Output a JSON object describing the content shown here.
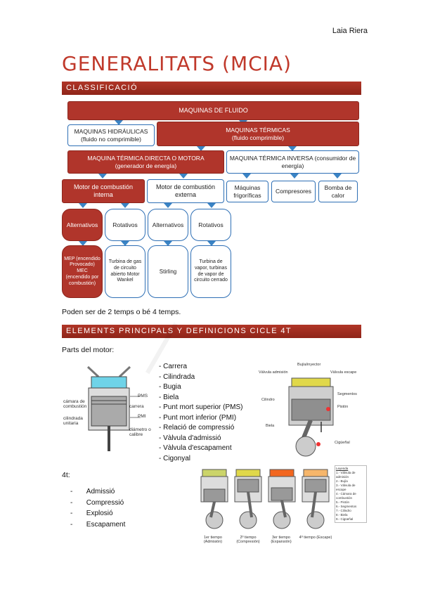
{
  "author": "Laia Riera",
  "title": "GENERALITATS (MCIA)",
  "section1": "CLASSIFICACIÓ",
  "section2": "ELEMENTS PRINCIPALS Y DEFINICIONS CICLE 4T",
  "diagram": {
    "root": "MAQUINAS DE FLUIDO",
    "hidraulicas": "MAQUINAS HIDRÁULICAS\n(fluido no comprimible)",
    "termicas": "MAQUINAS TÉRMICAS\n(fluido comprimible)",
    "directa": "MAQUINA TÉRMICA DIRECTA O MOTORA\n(generador de energía)",
    "inversa": "MAQUINA TÉRMICA INVERSA (consumidor de energía)",
    "mci": "Motor de combustión interna",
    "mce": "Motor de combustión externa",
    "frigorificas": "Máquinas frigoríficas",
    "compresores": "Compresores",
    "bomba": "Bomba de calor",
    "alt1": "Alternativos",
    "rot1": "Rotativos",
    "alt2": "Alternativos",
    "rot2": "Rotativos",
    "mep": "MEP (encendido Provocado) MEC (encendido por combustión)",
    "turbina_gas": "Turbina de gas de circuito abierto Motor Wankel",
    "stirling": "Stirling",
    "turbina_vapor": "Turbina de vapor, turbinas de vapor de circuito cerrado"
  },
  "tempos_note": "Poden ser de 2 temps o bé 4 temps.",
  "parts_title": "Parts del motor:",
  "parts": [
    "- Carrera",
    "- Cilindrada",
    "- Bugia",
    "- Biela",
    "- Punt mort superior (PMS)",
    "- Punt mort inferior (PMI)",
    "- Relació de compressió",
    "- Vàlvula d'admissió",
    "- Vàlvula d'escapament",
    "- Cigonyal"
  ],
  "cycle_title": "4t:",
  "cycle_steps": [
    "Admissió",
    "Compressió",
    "Explosió",
    "Escapament"
  ],
  "fig1_labels": {
    "pms": "PMS",
    "pmi": "PMI",
    "carrera": "carrera",
    "camara": "cámara de combustión",
    "cilindrada": "cilindrada unitaria",
    "diametro": "diámetro o calibre"
  },
  "fig2_labels": {
    "bujia": "Bujía/inyector",
    "adm": "Válvula admisión",
    "esc": "Válvula escape",
    "seg": "Segmentos",
    "piston": "Pistón",
    "cil": "Cilindro",
    "biela": "Biela",
    "cig": "Cigüeñal"
  },
  "fig3_labels": [
    "1er tiempo (Admisión)",
    "2º tiempo (Compresión)",
    "3er tiempo (Expansión)",
    "4º tiempo (Escape)"
  ],
  "fig3_legend": [
    "Leyenda",
    "1.- Válvula de admisión",
    "2.- Bujía",
    "3.- Válvula de escape",
    "4.- Cámara de combustión",
    "5.- Pistón",
    "6.- Segmentos",
    "7.- Cilindro",
    "8.- Biela",
    "9.- Cigüeñal"
  ]
}
